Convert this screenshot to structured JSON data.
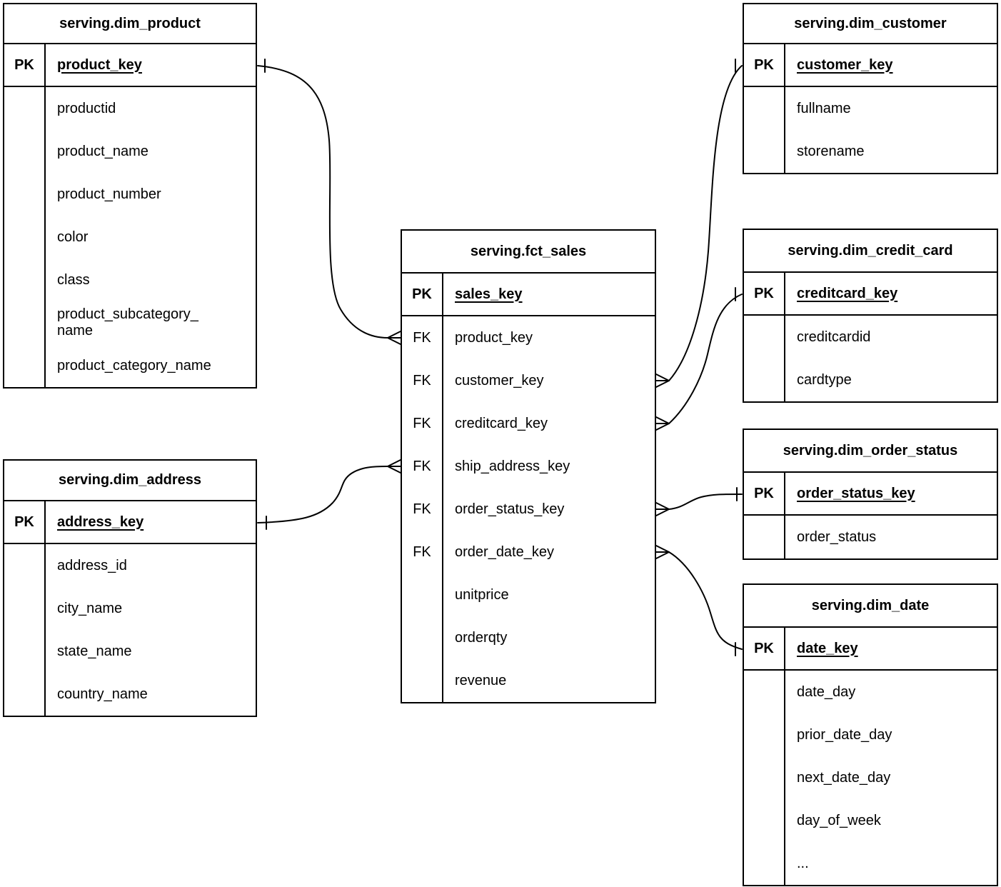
{
  "diagram": {
    "colors": {
      "line": "#000000",
      "background": "#ffffff",
      "text": "#000000"
    },
    "tables": [
      {
        "id": "dim_product",
        "title": "serving.dim_product",
        "pk": {
          "badge": "PK",
          "field": "product_key"
        },
        "rows": [
          {
            "badge": "",
            "field": "productid"
          },
          {
            "badge": "",
            "field": "product_name"
          },
          {
            "badge": "",
            "field": "product_number"
          },
          {
            "badge": "",
            "field": "color"
          },
          {
            "badge": "",
            "field": "class"
          },
          {
            "badge": "",
            "field": "product_subcategory_\nname"
          },
          {
            "badge": "",
            "field": "product_category_name"
          }
        ]
      },
      {
        "id": "dim_address",
        "title": "serving.dim_address",
        "pk": {
          "badge": "PK",
          "field": "address_key"
        },
        "rows": [
          {
            "badge": "",
            "field": "address_id"
          },
          {
            "badge": "",
            "field": "city_name"
          },
          {
            "badge": "",
            "field": "state_name"
          },
          {
            "badge": "",
            "field": "country_name"
          }
        ]
      },
      {
        "id": "fct_sales",
        "title": "serving.fct_sales",
        "pk": {
          "badge": "PK",
          "field": "sales_key"
        },
        "rows": [
          {
            "badge": "FK",
            "field": "product_key"
          },
          {
            "badge": "FK",
            "field": "customer_key"
          },
          {
            "badge": "FK",
            "field": "creditcard_key"
          },
          {
            "badge": "FK",
            "field": "ship_address_key"
          },
          {
            "badge": "FK",
            "field": "order_status_key"
          },
          {
            "badge": "FK",
            "field": "order_date_key"
          },
          {
            "badge": "",
            "field": "unitprice"
          },
          {
            "badge": "",
            "field": "orderqty"
          },
          {
            "badge": "",
            "field": "revenue"
          }
        ]
      },
      {
        "id": "dim_customer",
        "title": "serving.dim_customer",
        "pk": {
          "badge": "PK",
          "field": "customer_key"
        },
        "rows": [
          {
            "badge": "",
            "field": "fullname"
          },
          {
            "badge": "",
            "field": "storename"
          }
        ]
      },
      {
        "id": "dim_credit_card",
        "title": "serving.dim_credit_card",
        "pk": {
          "badge": "PK",
          "field": "creditcard_key"
        },
        "rows": [
          {
            "badge": "",
            "field": "creditcardid"
          },
          {
            "badge": "",
            "field": "cardtype"
          }
        ]
      },
      {
        "id": "dim_order_status",
        "title": "serving.dim_order_status",
        "pk": {
          "badge": "PK",
          "field": "order_status_key"
        },
        "rows": [
          {
            "badge": "",
            "field": "order_status"
          }
        ]
      },
      {
        "id": "dim_date",
        "title": "serving.dim_date",
        "pk": {
          "badge": "PK",
          "field": "date_key"
        },
        "rows": [
          {
            "badge": "",
            "field": "date_day"
          },
          {
            "badge": "",
            "field": "prior_date_day"
          },
          {
            "badge": "",
            "field": "next_date_day"
          },
          {
            "badge": "",
            "field": "day_of_week"
          },
          {
            "badge": "",
            "field": "..."
          }
        ]
      }
    ],
    "relationships": [
      {
        "fact": "serving.fct_sales.product_key",
        "dimension": "serving.dim_product.product_key",
        "fact_side": "many",
        "dimension_side": "one"
      },
      {
        "fact": "serving.fct_sales.ship_address_key",
        "dimension": "serving.dim_address.address_key",
        "fact_side": "many",
        "dimension_side": "one"
      },
      {
        "fact": "serving.fct_sales.customer_key",
        "dimension": "serving.dim_customer.customer_key",
        "fact_side": "many",
        "dimension_side": "one"
      },
      {
        "fact": "serving.fct_sales.creditcard_key",
        "dimension": "serving.dim_credit_card.creditcard_key",
        "fact_side": "many",
        "dimension_side": "one"
      },
      {
        "fact": "serving.fct_sales.order_status_key",
        "dimension": "serving.dim_order_status.order_status_key",
        "fact_side": "many",
        "dimension_side": "one"
      },
      {
        "fact": "serving.fct_sales.order_date_key",
        "dimension": "serving.dim_date.date_key",
        "fact_side": "many",
        "dimension_side": "one"
      }
    ]
  }
}
